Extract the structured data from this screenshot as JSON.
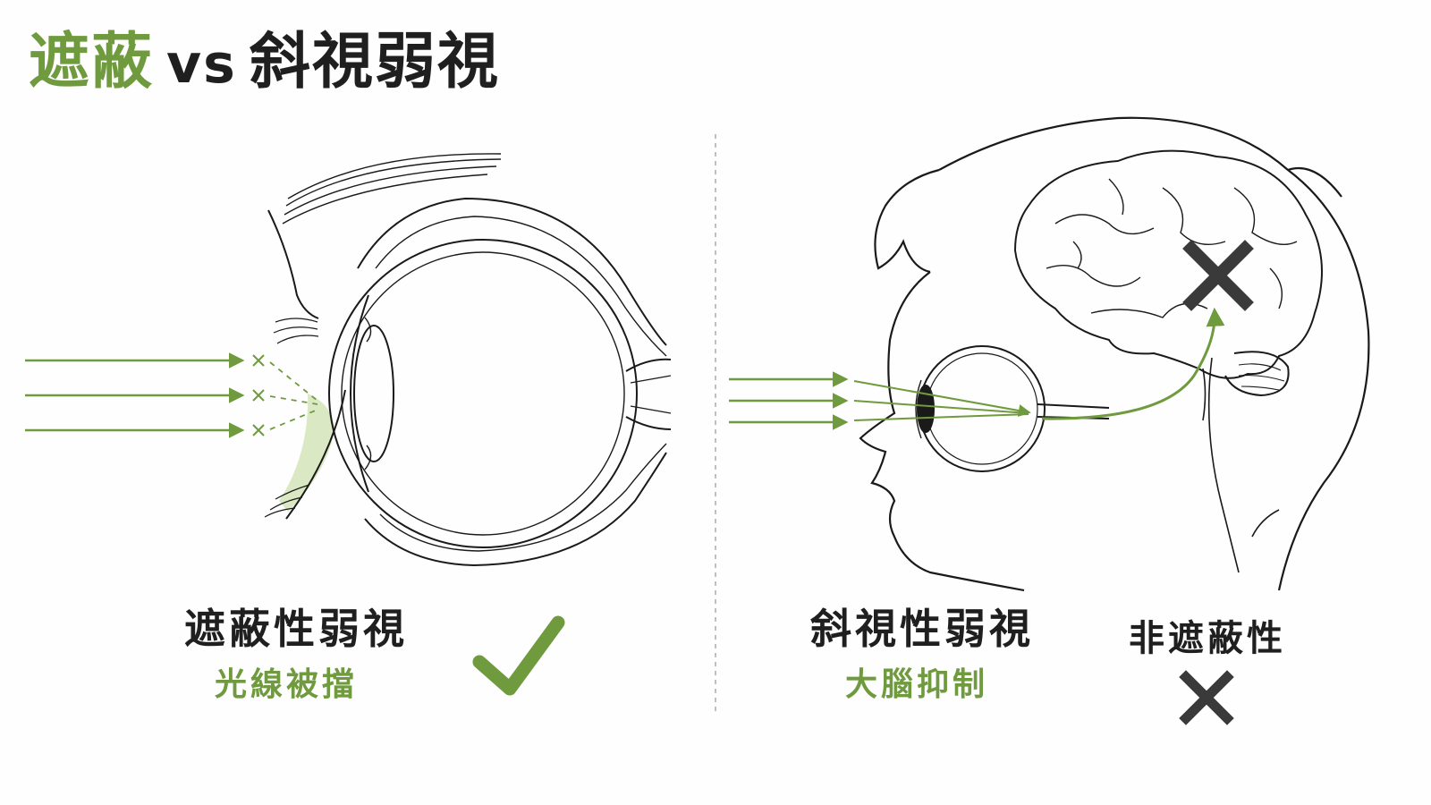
{
  "title": {
    "accent": "遮蔽",
    "vs": "vs",
    "rest": "斜視弱視"
  },
  "left_panel": {
    "heading": "遮蔽性弱視",
    "subheading": "光線被擋",
    "mark": "check-icon"
  },
  "right_panel": {
    "heading": "斜視性弱視",
    "subheading": "大腦抑制",
    "side_label": "非遮蔽性",
    "mark": "cross-icon"
  },
  "colors": {
    "accent_green": "#6f9a3d",
    "text_dark": "#1f1f1f",
    "mark_dark": "#3a3a3a",
    "shade_green": "#dbe8c4"
  }
}
